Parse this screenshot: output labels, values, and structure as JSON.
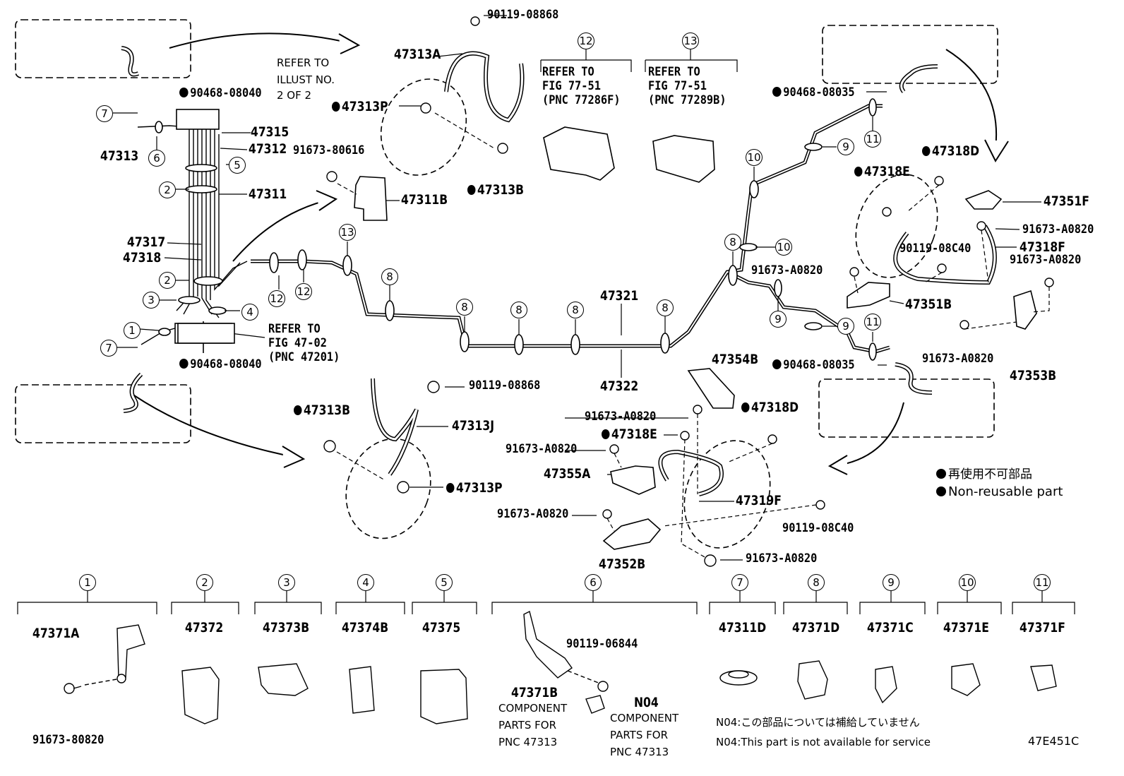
{
  "parts": {
    "p90119_08868_top": "90119-08868",
    "p47313A": "47313A",
    "p47313P_top": "47313P",
    "p47313B_top": "47313B",
    "p90468_08040_top": "90468-08040",
    "refer_illust_1": "REFER TO",
    "refer_illust_2": "ILLUST NO.",
    "refer_illust_3": "2 OF 2",
    "p47315": "47315",
    "p47312": "47312",
    "p91673_80616": "91673-80616",
    "p47313": "47313",
    "p47311": "47311",
    "p47311B": "47311B",
    "p47317": "47317",
    "p47318": "47318",
    "refer_fig_a_1": "REFER TO",
    "refer_fig_a_2": "FIG 47-02",
    "refer_fig_a_3": "(PNC 47201)",
    "p90468_08040_bot": "90468-08040",
    "refer_fig12_1": "REFER TO",
    "refer_fig12_2": "FIG 77-51",
    "refer_fig12_3": "(PNC 77286F)",
    "refer_fig13_1": "REFER TO",
    "refer_fig13_2": "FIG 77-51",
    "refer_fig13_3": "(PNC 77289B)",
    "p47321": "47321",
    "p47322": "47322",
    "p90468_08035_top": "90468-08035",
    "p47318D_top": "47318D",
    "p47318E_top": "47318E",
    "p47351F": "47351F",
    "p91673_A0820_a": "91673-A0820",
    "p90119_08C40_a": "90119-08C40",
    "p47318F": "47318F",
    "p91673_A0820_b": "91673-A0820",
    "p91673_A0820_c": "91673-A0820",
    "p47351B": "47351B",
    "p90468_08035_bot": "90468-08035",
    "p91673_A0820_d": "91673-A0820",
    "p47353B": "47353B",
    "p90119_08868_bot": "90119-08868",
    "p47313B_bot": "47313B",
    "p47313J": "47313J",
    "p47313P_bot": "47313P",
    "p47354B": "47354B",
    "p91673_A0820_e": "91673-A0820",
    "p47318D_bot": "47318D",
    "p47318E_bot": "47318E",
    "p91673_A0820_f": "91673-A0820",
    "p47355A": "47355A",
    "p47319F": "47319F",
    "p91673_A0820_g": "91673-A0820",
    "p90119_08C40_b": "90119-08C40",
    "p91673_A0820_h": "91673-A0820",
    "p47352B": "47352B"
  },
  "legend": {
    "jp": "再使用不可部品",
    "en": "Non-reusable part"
  },
  "callouts": {
    "c1": "1",
    "c2": "2",
    "c3": "3",
    "c4": "4",
    "c5": "5",
    "c6": "6",
    "c7": "7",
    "c8": "8",
    "c9": "9",
    "c10": "10",
    "c11": "11",
    "c12": "12",
    "c13": "13"
  },
  "bottom": {
    "g1_part": "47371A",
    "g1_bolt": "91673-80820",
    "g2_part": "47372",
    "g3_part": "47373B",
    "g4_part": "47374B",
    "g5_part": "47375",
    "g6_part_a": "90119-06844",
    "g6_part_b": "47371B",
    "g6_part_c": "N04",
    "g6_note_b1": "COMPONENT",
    "g6_note_b2": "PARTS FOR",
    "g6_note_b3": "PNC 47313",
    "g6_note_c1": "COMPONENT",
    "g6_note_c2": "PARTS FOR",
    "g6_note_c3": "PNC 47313",
    "g7_part": "47311D",
    "g8_part": "47371D",
    "g9_part": "47371C",
    "g10_part": "47371E",
    "g11_part": "47371F"
  },
  "notes": {
    "n04_jp": "N04:この部品については補給していません",
    "n04_en": "N04:This part is not available for service",
    "fig_code": "47E451C"
  }
}
